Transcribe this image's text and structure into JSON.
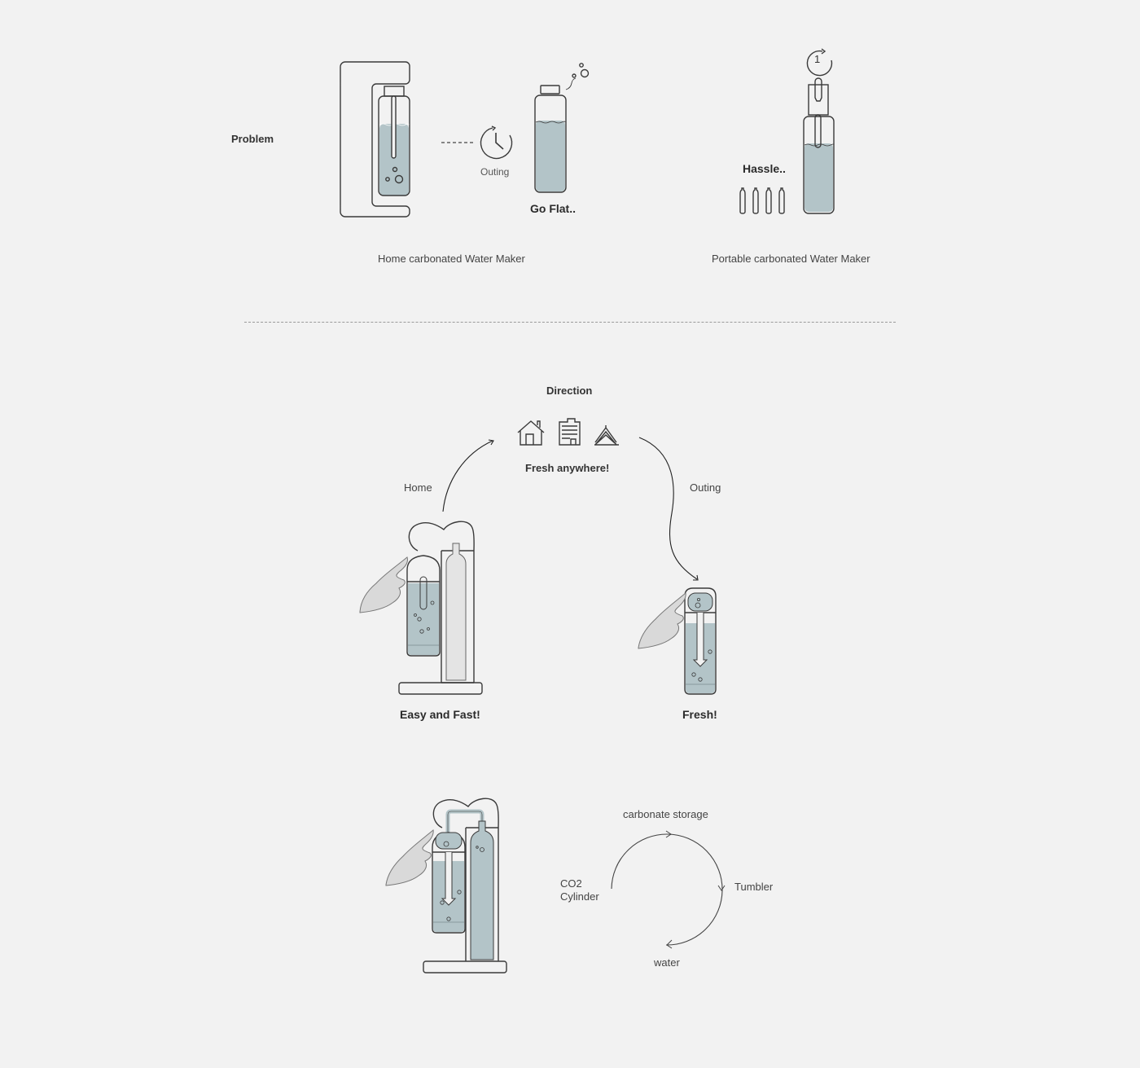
{
  "problem": {
    "heading": "Problem",
    "outing_label": "Outing",
    "go_flat": "Go Flat..",
    "hassle": "Hassle..",
    "rotation_number": "1",
    "home_caption": "Home carbonated Water Maker",
    "portable_caption": "Portable carbonated Water Maker"
  },
  "direction": {
    "heading": "Direction",
    "icons": [
      "house-icon",
      "building-icon",
      "tent-icon"
    ],
    "tagline": "Fresh anywhere!",
    "home_label": "Home",
    "outing_label": "Outing",
    "home_caption": "Easy and Fast!",
    "portable_caption": "Fresh!"
  },
  "cycle": {
    "top": "carbonate storage",
    "right": "Tumbler",
    "bottom": "water",
    "left_line1": "CO2",
    "left_line2": "Cylinder"
  },
  "colors": {
    "background": "#f2f2f2",
    "water": "#b3c4c8",
    "line": "#3a3a3a",
    "hand": "#d9d9d9"
  }
}
